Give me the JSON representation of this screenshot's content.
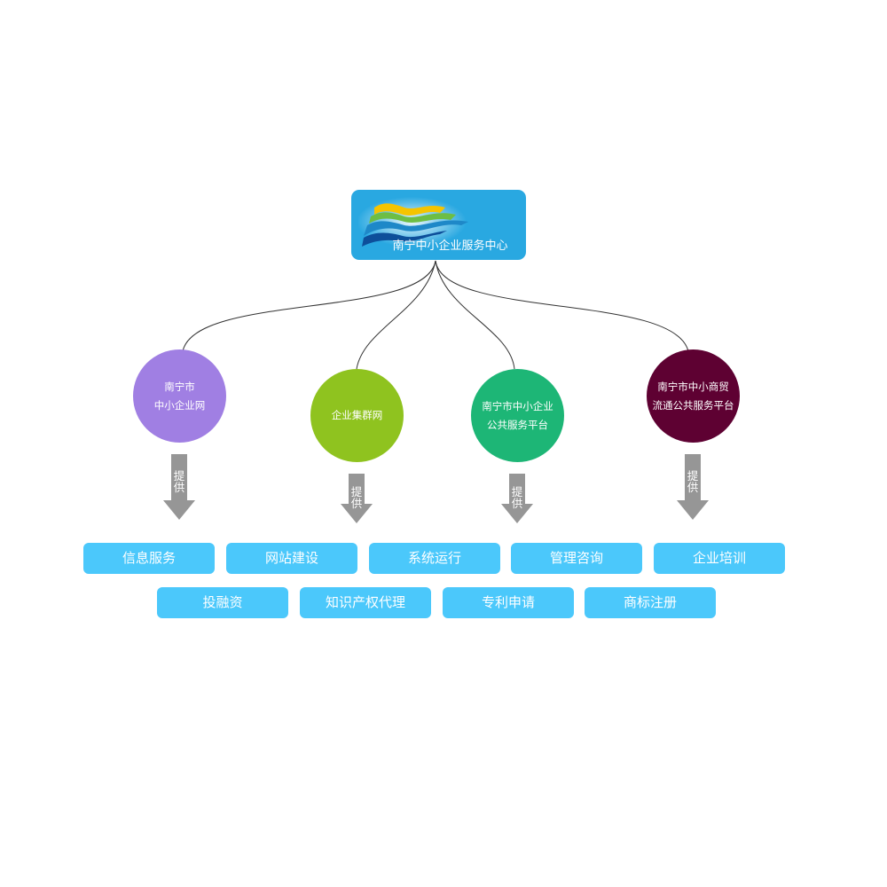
{
  "header": {
    "title": "南宁中小企业服务中心",
    "logo_icon": "flag-ribbon-logo-icon",
    "color": "#29A8E1"
  },
  "platforms": [
    {
      "line1": "南宁市",
      "line2": "中小企业网",
      "color": "#A07FE3"
    },
    {
      "line1": "企业集群网",
      "line2": "",
      "color": "#8FC31F"
    },
    {
      "line1": "南宁市中小企业",
      "line2": "公共服务平台",
      "color": "#1DB676"
    },
    {
      "line1": "南宁市中小商贸",
      "line2": "流通公共服务平台",
      "color": "#5E0132"
    }
  ],
  "arrows": [
    {
      "label_top": "提",
      "label_bottom": "供"
    },
    {
      "label_top": "提",
      "label_bottom": "供"
    },
    {
      "label_top": "提",
      "label_bottom": "供"
    },
    {
      "label_top": "提",
      "label_bottom": "供"
    }
  ],
  "services": {
    "row1": [
      "信息服务",
      "网站建设",
      "系统运行",
      "管理咨询",
      "企业培训"
    ],
    "row2": [
      "投融资",
      "知识产权代理",
      "专利申请",
      "商标注册"
    ],
    "color": "#4BC8FB"
  }
}
